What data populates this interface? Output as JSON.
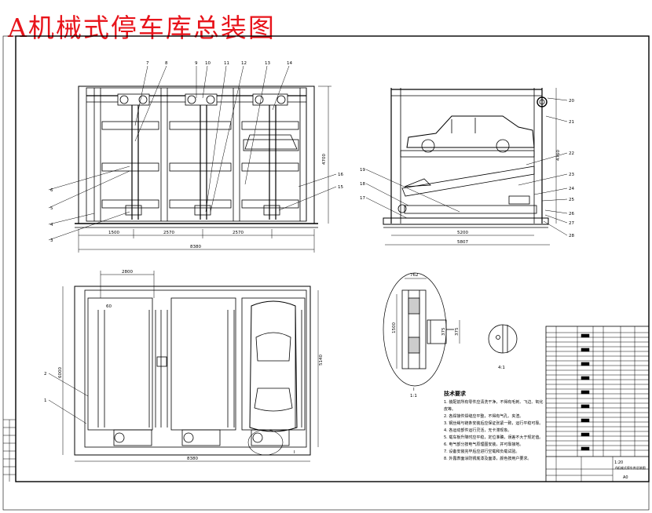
{
  "title": "A机械式停车库总装图",
  "front_view": {
    "callouts_top": [
      "7",
      "8",
      "9",
      "10",
      "11",
      "12",
      "13",
      "14"
    ],
    "callouts_left": [
      "6",
      "5",
      "4",
      "3"
    ],
    "callouts_right": [
      "16",
      "15"
    ],
    "dims_bottom": [
      "1500",
      "2570",
      "2570"
    ],
    "dim_total": "8380",
    "dim_height": "4700"
  },
  "side_view": {
    "callouts_right": [
      "20",
      "21",
      "22",
      "23",
      "24",
      "25",
      "26",
      "27",
      "28"
    ],
    "callouts_left": [
      "19",
      "18",
      "17"
    ],
    "dim_inner": "5200",
    "dim_total": "5807",
    "dim_height": "4760"
  },
  "plan_view": {
    "dim_top": "2800",
    "dim_small": "60",
    "dim_left": "6000",
    "dim_right": "5140",
    "dim_bottom": "8380",
    "callouts_left": [
      "2",
      "1"
    ],
    "callout_detail": "I"
  },
  "detail_views": {
    "dim_top": "762",
    "dim_a": "1500",
    "dim_b": "375",
    "dim_c": "375",
    "label_1": "I",
    "label_1_sub": "1:1",
    "label_2": "4:1"
  },
  "notes": {
    "heading": "技术要求",
    "items": [
      "1. 装配前所有零件应清洗干净，不得有毛刺、飞边、氧化皮等。",
      "2. 各焊接件焊缝应平整，不得有气孔、夹渣。",
      "3. 钢丝绳与链条安装后应保证张紧一致，运行平稳可靠。",
      "4. 各运动部件运行灵活，无卡滞现象。",
      "5. 载车板升降时应平稳，定位准确，误差不大于规定值。",
      "6. 电气部分按电气原理图安装，并可靠接地。",
      "7. 设备安装完毕后应进行空载和负载试验。",
      "8. 外露表面涂防锈底漆及面漆，颜色按用户要求。"
    ]
  },
  "title_block": {
    "scale": "1:20",
    "drawing_name": "A机械式停车库总装图",
    "sheet_size": "A0"
  }
}
